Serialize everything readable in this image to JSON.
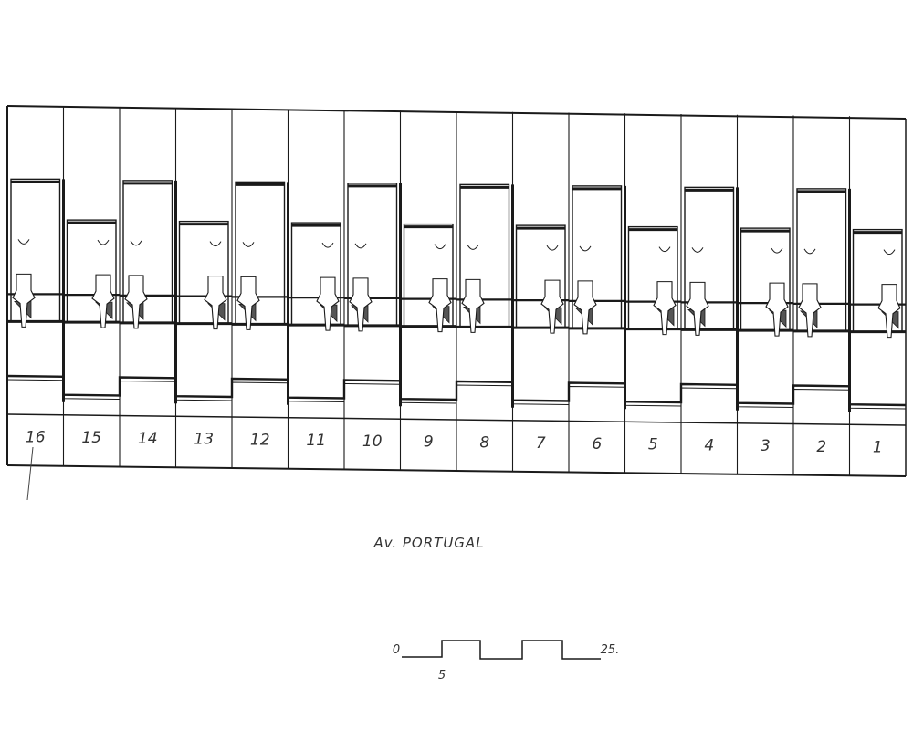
{
  "plan": {
    "lots": [
      "16",
      "15",
      "14",
      "13",
      "12",
      "11",
      "10",
      "9",
      "8",
      "7",
      "6",
      "5",
      "4",
      "3",
      "2",
      "1"
    ],
    "street_name": "Av. PORTUGAL"
  },
  "scale_bar": {
    "start_label": "0",
    "mid_label": "5",
    "end_label": "25."
  },
  "colors": {
    "ink": "#1a1a1a",
    "paper": "#ffffff",
    "hatch": "#555555"
  }
}
